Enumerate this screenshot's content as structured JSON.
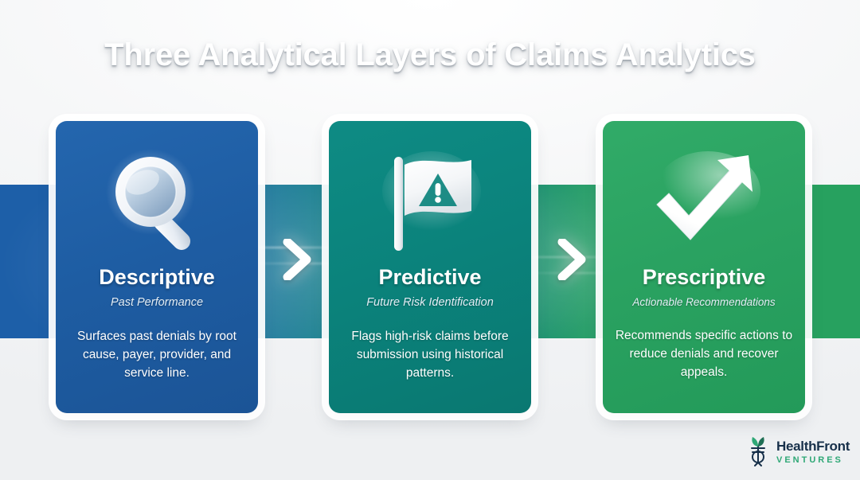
{
  "header": {
    "title": "Three Analytical Layers of Claims Analytics"
  },
  "cards": [
    {
      "icon": "magnifying-glass-icon",
      "title": "Descriptive",
      "subtitle": "Past Performance",
      "body": "Surfaces past denials by root cause, payer, provider, and service line.",
      "color": "#1e5da3"
    },
    {
      "icon": "warning-flag-icon",
      "title": "Predictive",
      "subtitle": "Future Risk Identification",
      "body": "Flags high-risk claims before submission using historical patterns.",
      "color": "#0b837c"
    },
    {
      "icon": "check-growth-arrow-icon",
      "title": "Prescriptive",
      "subtitle": "Actionable Recommendations",
      "body": "Recommends specific actions to reduce denials and recover appeals.",
      "color": "#2aa261"
    }
  ],
  "connectors": [
    {
      "icon": "chevron-right-icon"
    },
    {
      "icon": "chevron-right-icon"
    }
  ],
  "logo": {
    "mark": "sprout-caduceus-icon",
    "name": "HealthFront",
    "sub": "VENTURES",
    "name_color": "#17304a",
    "sub_color": "#2fa876"
  },
  "palette": {
    "band_blue": "#1d5fa8",
    "band_teal": "#0b8080",
    "band_green": "#27a15f",
    "page_background": "#f2f4f6",
    "title_color": "#ffffff"
  }
}
